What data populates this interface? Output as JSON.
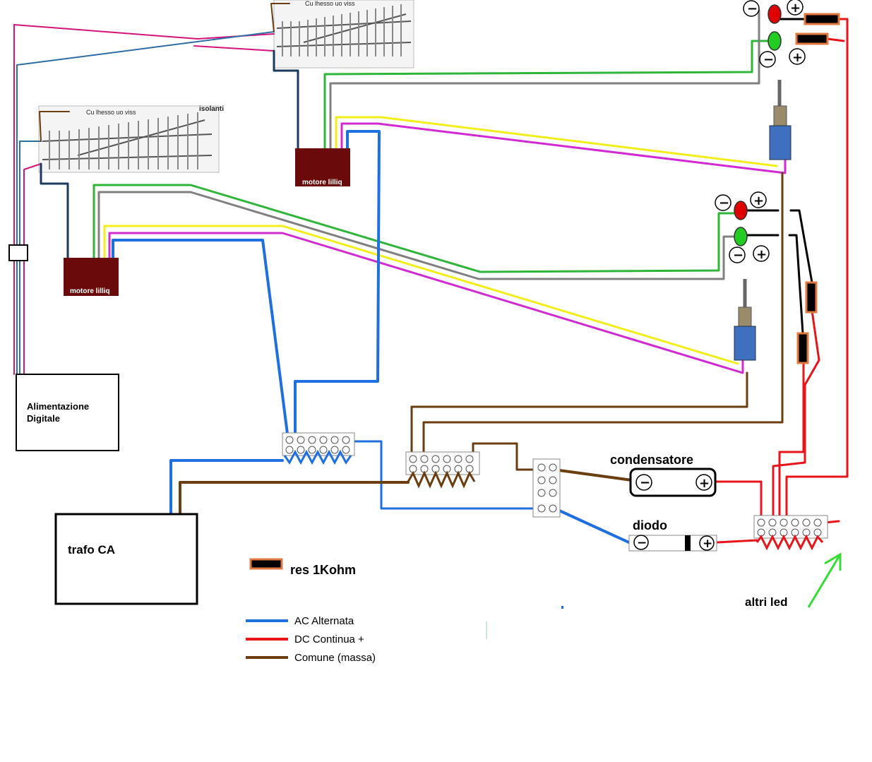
{
  "labels": {
    "power_supply_line1": "Alimentazione",
    "power_supply_line2": "Digitale",
    "transformer": "trafo CA",
    "motor_1": "motore lilliq",
    "motor_2": "motore lilliq",
    "capacitor": "condensatore",
    "diode": "diodo",
    "resistor": "res 1Kohm",
    "other_leds": "altri led",
    "insulators": "isolanti",
    "track_caption_1": "Cu lhesso uo viss",
    "track_caption_2": "Cu lhesso uo viss"
  },
  "legend": [
    {
      "label": "AC Alternata",
      "color": "#1e6fe0"
    },
    {
      "label": "DC Continua +",
      "color": "#e8141a"
    },
    {
      "label": "Comune (massa)",
      "color": "#6b3e12"
    }
  ],
  "symbols": {
    "minus": "−",
    "plus": "+"
  },
  "colors": {
    "ac": "#1e6fe0",
    "dc": "#e8141a",
    "common": "#6b3e12",
    "green_wire": "#2fb53a",
    "grey_wire": "#808080",
    "yellow_wire": "#f2ee1a",
    "magenta_wire": "#d22ad2",
    "pink_wire": "#d4147a",
    "steel_wire": "#2e6ea6",
    "navy_wire": "#1c3a60",
    "motor": "#6a0a0a",
    "led_red": "#e00000",
    "led_green": "#22cc22",
    "resistor_body": "#e07840",
    "arrow": "#33dd33"
  }
}
